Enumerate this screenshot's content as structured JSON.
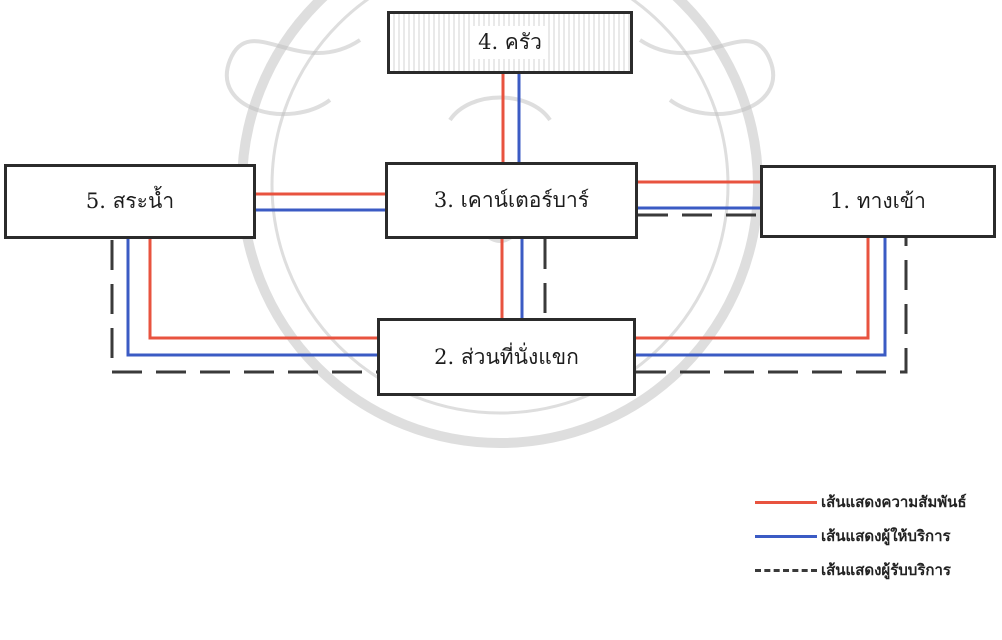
{
  "nodes": [
    {
      "id": "node-1",
      "label": "1. ทางเข้า"
    },
    {
      "id": "node-2",
      "label": "2. ส่วนที่นั่งแขก"
    },
    {
      "id": "node-3",
      "label": "3. เคาน์เตอร์บาร์"
    },
    {
      "id": "node-4",
      "label": "4. ครัว"
    },
    {
      "id": "node-5",
      "label": "5. สระน้ำ"
    }
  ],
  "edges": [
    {
      "type": "relationship",
      "from": "5",
      "to": "3"
    },
    {
      "type": "staff",
      "from": "5",
      "to": "3"
    },
    {
      "type": "relationship",
      "from": "3",
      "to": "1"
    },
    {
      "type": "staff",
      "from": "3",
      "to": "1"
    },
    {
      "type": "relationship",
      "from": "4",
      "to": "3"
    },
    {
      "type": "staff",
      "from": "4",
      "to": "3"
    },
    {
      "type": "relationship",
      "from": "3",
      "to": "2"
    },
    {
      "type": "staff",
      "from": "3",
      "to": "2"
    },
    {
      "type": "relationship",
      "from": "5",
      "to": "2"
    },
    {
      "type": "staff",
      "from": "5",
      "to": "2"
    },
    {
      "type": "relationship",
      "from": "1",
      "to": "2"
    },
    {
      "type": "staff",
      "from": "1",
      "to": "2"
    },
    {
      "type": "customer",
      "from": "5",
      "to": "1"
    },
    {
      "type": "customer",
      "from": "3",
      "to": "1"
    }
  ],
  "legend": [
    {
      "type": "relationship",
      "style": "solid",
      "color": "#e8533f",
      "label": "เส้นแสดงความสัมพันธ์"
    },
    {
      "type": "staff",
      "style": "solid",
      "color": "#3b5bc4",
      "label": "เส้นแสดงผู้ให้บริการ"
    },
    {
      "type": "customer",
      "style": "dashed",
      "color": "#3a3a3a",
      "label": "เส้นแสดงผู้รับบริการ"
    }
  ],
  "colors": {
    "relationship": "#e8533f",
    "staff": "#3b5bc4",
    "customer": "#3a3a3a",
    "box_border": "#2b2b2b"
  }
}
